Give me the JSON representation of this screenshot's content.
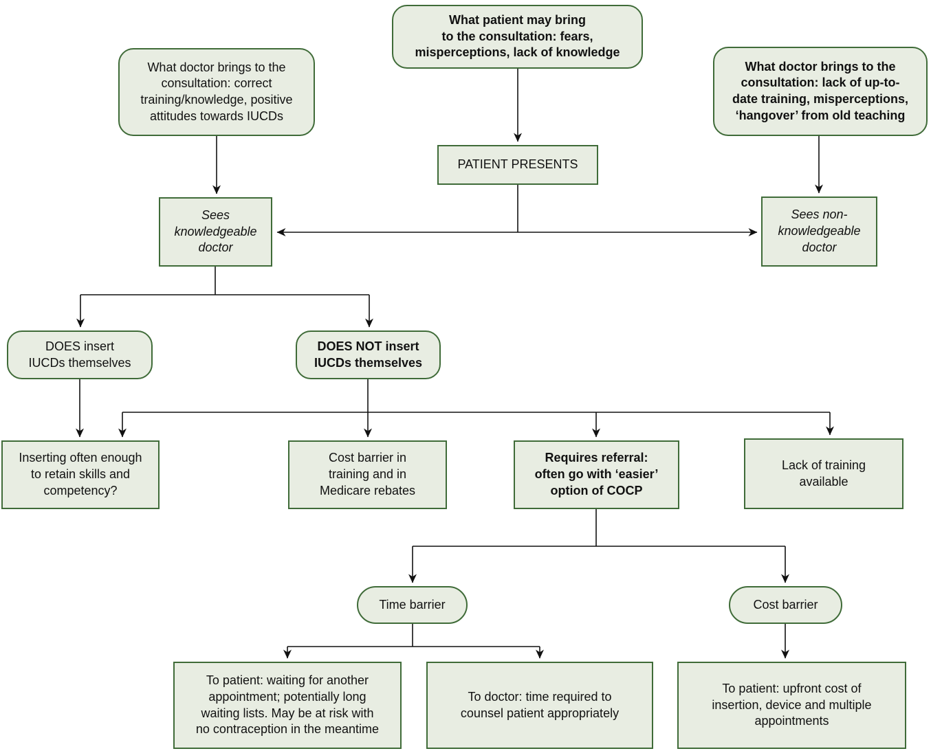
{
  "diagram": {
    "type": "flowchart",
    "topic": "Barriers to IUCD insertion at patient consultation",
    "colors": {
      "node_fill": "#e8ede2",
      "node_border": "#3f6b38",
      "text": "#111111",
      "connector": "#111111"
    },
    "nodes": {
      "patient_brings": "What patient may bring\nto the consultation: fears,\nmisperceptions, lack of knowledge",
      "doctor_brings_positive": "What doctor brings to the\nconsultation: correct\ntraining/knowledge, positive\nattitudes towards IUCDs",
      "doctor_brings_negative": "What doctor brings to the\nconsultation: lack of up-to-\ndate training, misperceptions,\n‘hangover’ from old teaching",
      "patient_presents": "PATIENT PRESENTS",
      "sees_knowledgeable": "Sees\nknowledgeable\ndoctor",
      "sees_non_knowledgeable": "Sees non-\nknowledgeable\ndoctor",
      "does_insert": "DOES insert\nIUCDs themselves",
      "does_not_insert": "DOES NOT insert\nIUCDs themselves",
      "inserting_often_enough": "Inserting often enough\nto retain skills and\ncompetency?",
      "cost_barrier_training": "Cost barrier in\ntraining and in\nMedicare rebates",
      "requires_referral": "Requires referral:\noften go with ‘easier’\noption of COCP",
      "lack_of_training": "Lack of training\navailable",
      "time_barrier": "Time barrier",
      "cost_barrier": "Cost barrier",
      "to_patient_waiting": "To patient: waiting for another\nappointment; potentially long\nwaiting lists. May be at risk with\nno contraception in the meantime",
      "to_doctor_time": "To doctor: time required to\ncounsel patient appropriately",
      "to_patient_upfront": "To patient: upfront cost of\ninsertion, device and multiple\nappointments"
    },
    "edges": [
      {
        "from": "patient_brings",
        "to": "patient_presents"
      },
      {
        "from": "doctor_brings_positive",
        "to": "sees_knowledgeable"
      },
      {
        "from": "doctor_brings_negative",
        "to": "sees_non_knowledgeable"
      },
      {
        "from": "patient_presents",
        "to": "sees_knowledgeable"
      },
      {
        "from": "patient_presents",
        "to": "sees_non_knowledgeable"
      },
      {
        "from": "sees_knowledgeable",
        "to": "does_insert"
      },
      {
        "from": "sees_knowledgeable",
        "to": "does_not_insert"
      },
      {
        "from": "does_insert",
        "to": "inserting_often_enough"
      },
      {
        "from": "does_not_insert",
        "to": "inserting_often_enough"
      },
      {
        "from": "does_not_insert",
        "to": "cost_barrier_training"
      },
      {
        "from": "does_not_insert",
        "to": "requires_referral"
      },
      {
        "from": "does_not_insert",
        "to": "lack_of_training"
      },
      {
        "from": "requires_referral",
        "to": "time_barrier"
      },
      {
        "from": "requires_referral",
        "to": "cost_barrier"
      },
      {
        "from": "time_barrier",
        "to": "to_patient_waiting"
      },
      {
        "from": "time_barrier",
        "to": "to_doctor_time"
      },
      {
        "from": "cost_barrier",
        "to": "to_patient_upfront"
      }
    ]
  }
}
